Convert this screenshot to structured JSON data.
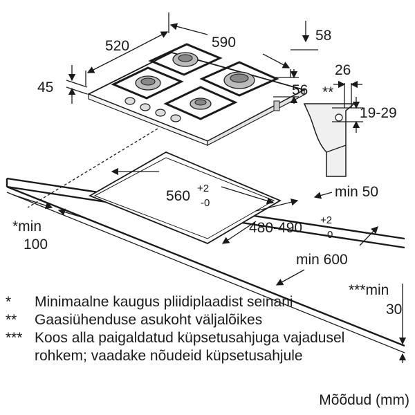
{
  "dimensions": {
    "hob_width": "590",
    "hob_depth": "520",
    "hob_height": "45",
    "right_depth": "58",
    "right_side": "56",
    "connector_width": "26",
    "connector_marker": "**",
    "connector_height": "19-29",
    "cutout_width": "560",
    "cutout_width_tol_plus": "+2",
    "cutout_width_tol_minus": "-0",
    "cutout_depth": "480-490",
    "cutout_depth_tol_plus": "+2",
    "cutout_depth_tol_minus": "-0",
    "min_back": "min 50",
    "min_side_label": "*min",
    "min_side_value": "100",
    "min_depth": "min 600",
    "min_below_label": "***min",
    "min_below_value": "30"
  },
  "legend": [
    {
      "marker": "*",
      "text": "Minimaalne kaugus pliidiplaadist seinani"
    },
    {
      "marker": "**",
      "text": "Gaasiühenduse asukoht väljalõikes"
    },
    {
      "marker": "***",
      "text": "Koos alla paigaldatud küpsetusahjuga vajadusel rohkem; vaadake nõudeid küpsetusahjule"
    }
  ],
  "units_label": "Mõõdud (mm)"
}
